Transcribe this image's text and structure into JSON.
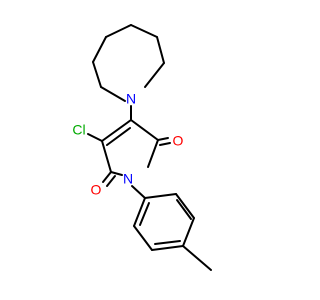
{
  "colors": {
    "bond": "#000000",
    "N": "#0000ff",
    "O": "#ff0000",
    "Cl": "#00aa00"
  },
  "atoms": {
    "n_azepane": "N",
    "n_imide": "N",
    "o_upper": "O",
    "o_lower": "O",
    "cl": "Cl"
  }
}
